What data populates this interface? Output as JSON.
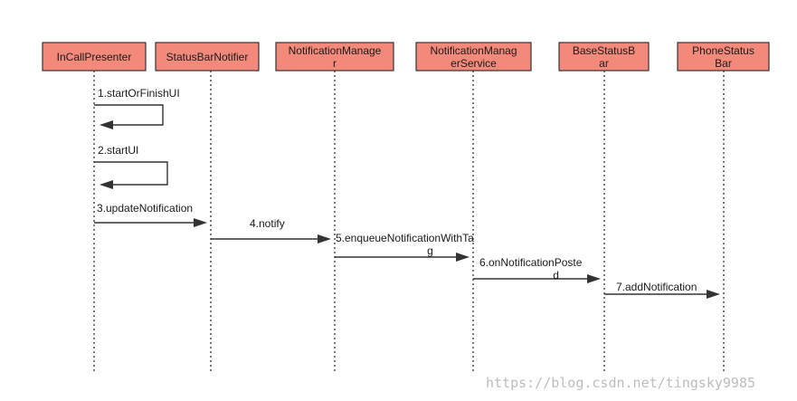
{
  "participants": [
    {
      "lines": [
        "InCallPresenter"
      ]
    },
    {
      "lines": [
        "StatusBarNotifier"
      ]
    },
    {
      "lines": [
        "NotificationManage",
        "r"
      ]
    },
    {
      "lines": [
        "NotificationManag",
        "erService"
      ]
    },
    {
      "lines": [
        "BaseStatusB",
        "ar"
      ]
    },
    {
      "lines": [
        "PhoneStatus",
        "Bar"
      ]
    }
  ],
  "messages": [
    {
      "lines": [
        "1.startOrFinishUI"
      ],
      "from": 0,
      "to": 0,
      "self": true
    },
    {
      "lines": [
        "2.startUI"
      ],
      "from": 0,
      "to": 0,
      "self": true
    },
    {
      "lines": [
        "3.updateNotification"
      ],
      "from": 0,
      "to": 1
    },
    {
      "lines": [
        "4.notify"
      ],
      "from": 1,
      "to": 2
    },
    {
      "lines": [
        "5.enqueueNotificationWithTa",
        "g"
      ],
      "from": 2,
      "to": 3
    },
    {
      "lines": [
        "6.onNotificationPoste",
        "d"
      ],
      "from": 3,
      "to": 4
    },
    {
      "lines": [
        "7.addNotification"
      ],
      "from": 4,
      "to": 5
    }
  ],
  "watermark": "https://blog.csdn.net/tingsky9985",
  "colors": {
    "participant_fill": "#f3897a",
    "stroke": "#333333"
  }
}
